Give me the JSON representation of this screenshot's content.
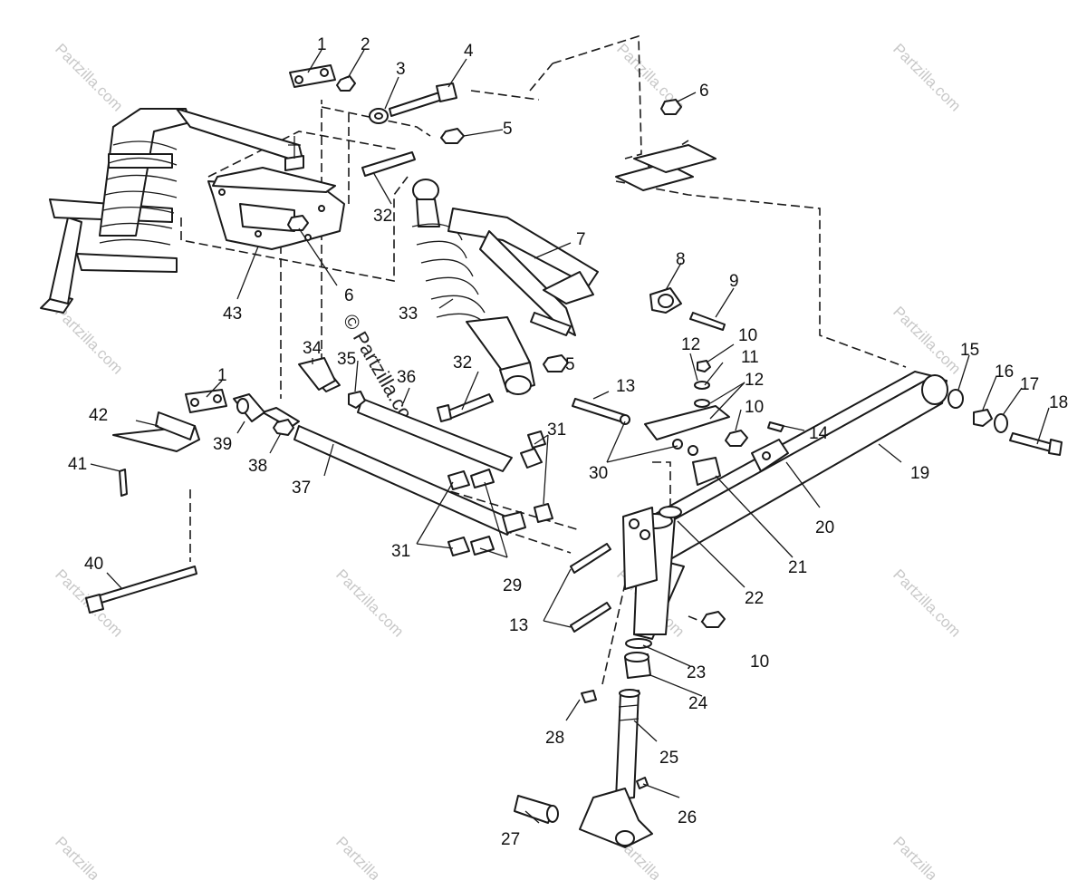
{
  "watermark": {
    "text": "Partzilla.com",
    "center_text": "© Partzilla.com"
  },
  "callouts": [
    "1",
    "2",
    "3",
    "4",
    "5",
    "6",
    "7",
    "8",
    "9",
    "10",
    "11",
    "12",
    "13",
    "14",
    "15",
    "16",
    "17",
    "18",
    "19",
    "20",
    "21",
    "22",
    "23",
    "24",
    "25",
    "26",
    "27",
    "28",
    "29",
    "30",
    "31",
    "32",
    "33",
    "34",
    "35",
    "36",
    "37",
    "38",
    "39",
    "40",
    "41",
    "42",
    "43"
  ]
}
